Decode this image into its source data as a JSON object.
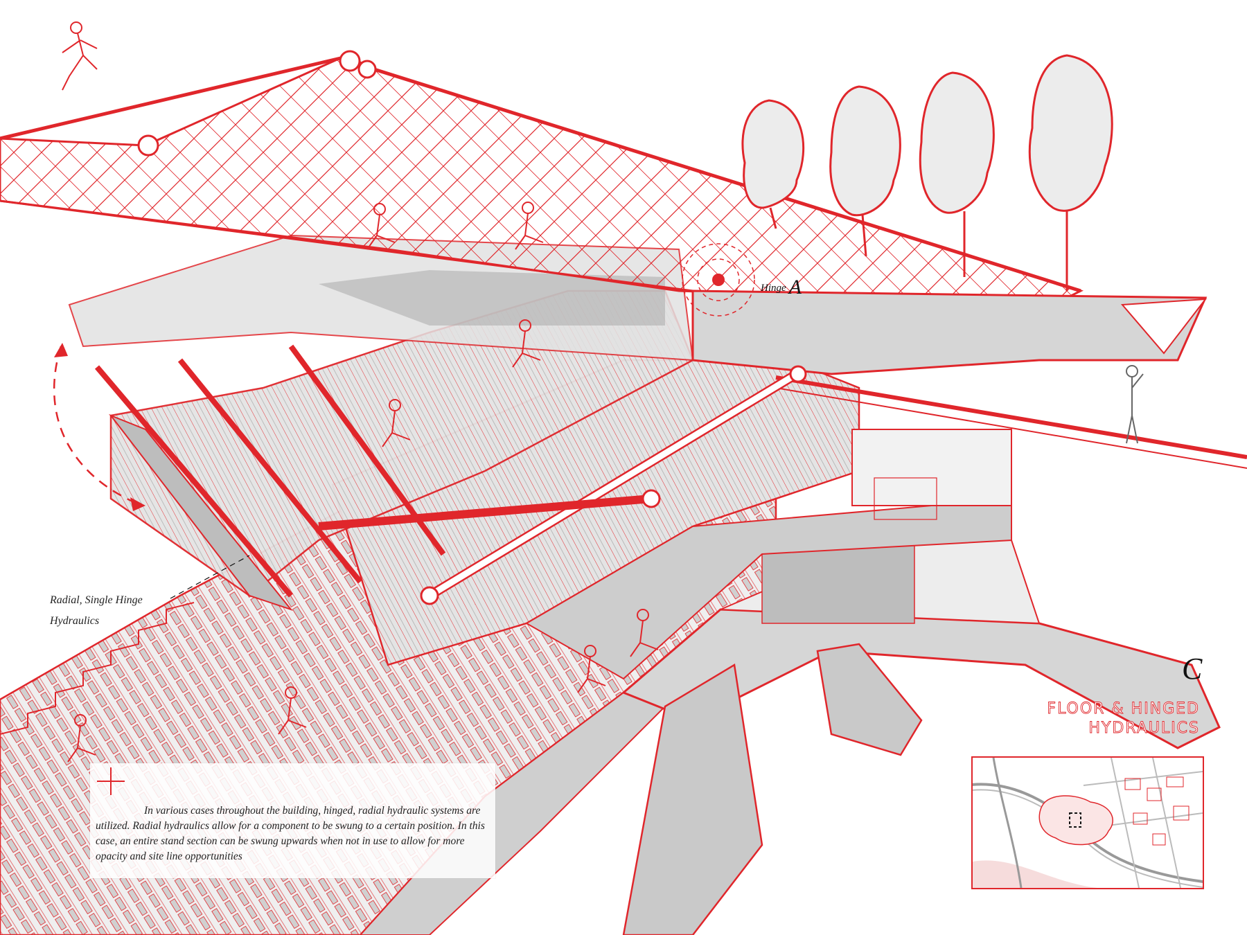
{
  "title": {
    "line1": "FLOOR & HINGED",
    "line2": "HYDRAULICS"
  },
  "annotations": {
    "hinge": "Hinge",
    "hinge_letter": "A",
    "radial_line1": "Radial, Single Hinge",
    "radial_line2": "Hydraulics",
    "section_letter": "C"
  },
  "description": "In various cases throughout the building, hinged, radial hydraulic systems are utilized. Radial hydraulics allow for a component to be swung to a certain position. In this case, an entire stand section can be swung upwards when not in use to allow for more opacity and  site line opportunities",
  "colors": {
    "accent": "#e0262b",
    "fill_gray": "#d6d6d6",
    "dark_gray": "#9e9e9e",
    "paper": "#ffffff"
  },
  "icons": [
    "plus-icon",
    "target-icon",
    "curved-arrow-icon"
  ]
}
